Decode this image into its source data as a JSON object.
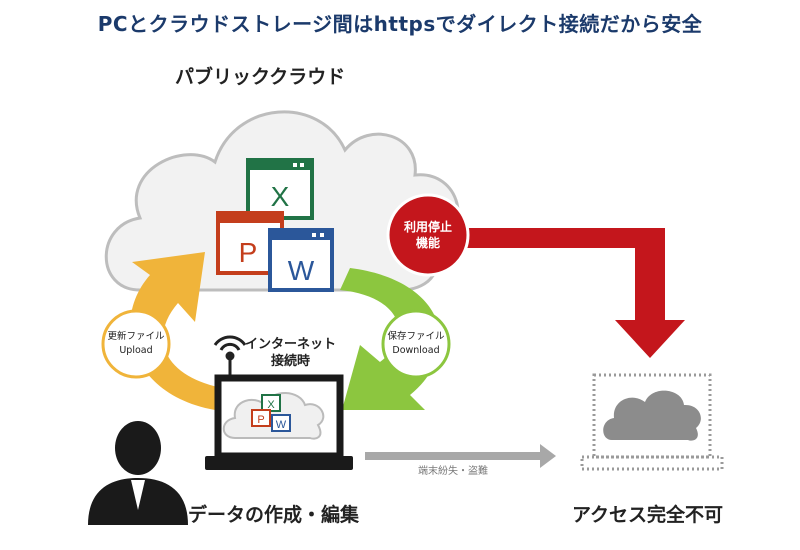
{
  "header": {
    "title": "PCとクラウドストレージ間はhttpsでダイレクト接続だから安全"
  },
  "cloud": {
    "title": "パブリッククラウド",
    "apps": [
      {
        "name": "Excel",
        "letter": "X",
        "color": "#217346"
      },
      {
        "name": "PowerPoint",
        "letter": "P",
        "color": "#c43e1c"
      },
      {
        "name": "Word",
        "letter": "W",
        "color": "#2b579a"
      }
    ]
  },
  "upload": {
    "line1": "更新ファイル",
    "line2": "Upload",
    "color": "#f0b43a"
  },
  "download": {
    "line1": "保存ファイル",
    "line2": "Download",
    "color": "#8cc63f"
  },
  "stop": {
    "line1": "利用停止",
    "line2": "機能",
    "color": "#c4161c"
  },
  "internet": {
    "line1": "インターネット",
    "line2": "接続時"
  },
  "user": {
    "label": "データの作成・編集"
  },
  "theft": {
    "label": "端末紛失・盗難"
  },
  "blocked": {
    "label": "アクセス完全不可"
  },
  "laptop_apps": {
    "x": "X",
    "p": "P",
    "w": "W"
  }
}
